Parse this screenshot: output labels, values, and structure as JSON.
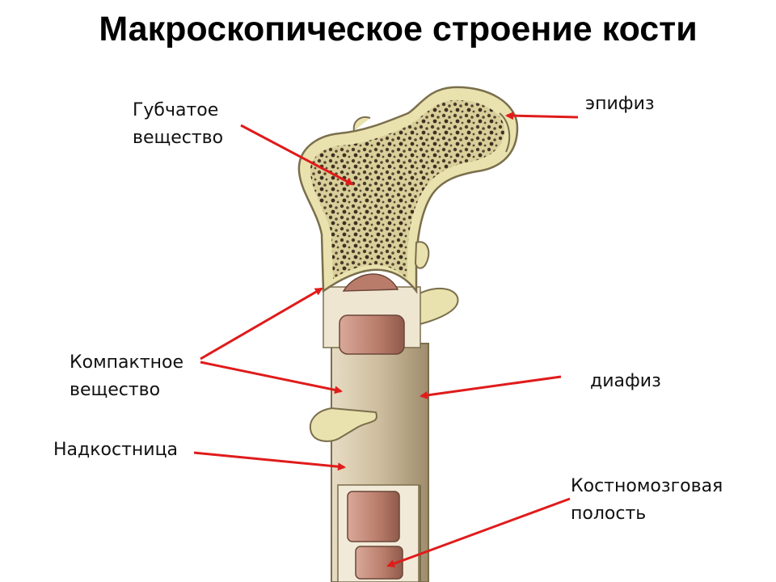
{
  "title": "Макроскопическое строение кости",
  "labels": {
    "spongy": [
      "Губчатое",
      "вещество"
    ],
    "epiphysis": "эпифиз",
    "compact": [
      "Компактное",
      "вещество"
    ],
    "diaphysis": "диафиз",
    "periosteum": "Надкостница",
    "marrow_cavity": [
      "Костномозговая",
      "полость"
    ]
  },
  "colors": {
    "arrow": "#e01b1b",
    "bone_fill": "#e9e2ae",
    "bone_outline": "#7a6e4c",
    "spongy_dark": "#4a3a2a",
    "shaft": "#c9b89a",
    "marrow": "#b97c6a"
  }
}
